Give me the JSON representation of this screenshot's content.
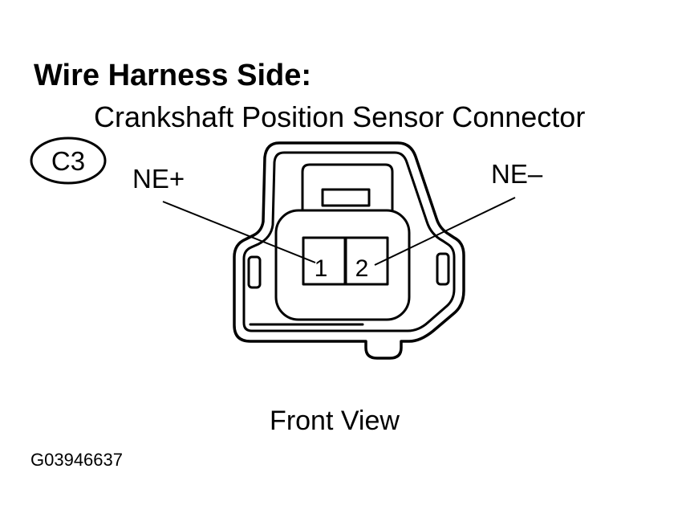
{
  "heading": "Wire Harness Side:",
  "subheading": "Crankshaft Position Sensor Connector",
  "connector_code": "C3",
  "labels": {
    "pin1_signal": "NE+",
    "pin2_signal": "NE–"
  },
  "pins": {
    "pin1": "1",
    "pin2": "2"
  },
  "view_caption": "Front View",
  "figure_id": "G03946637"
}
